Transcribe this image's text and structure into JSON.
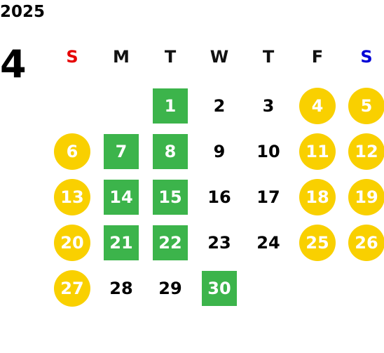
{
  "calendar": {
    "year": "2025",
    "month": "4",
    "weekdays": [
      {
        "label": "S",
        "color": "#e60000"
      },
      {
        "label": "M",
        "color": "#111111"
      },
      {
        "label": "T",
        "color": "#111111"
      },
      {
        "label": "W",
        "color": "#111111"
      },
      {
        "label": "T",
        "color": "#111111"
      },
      {
        "label": "F",
        "color": "#111111"
      },
      {
        "label": "S",
        "color": "#0000d6"
      }
    ],
    "colors": {
      "weekend_fill": "#f9d000",
      "highlight_fill": "#3cb44b",
      "highlight_text": "#ffffff",
      "normal_text": "#000000"
    },
    "days": [
      {
        "day": "1",
        "style": "green"
      },
      {
        "day": "2",
        "style": "plain"
      },
      {
        "day": "3",
        "style": "plain"
      },
      {
        "day": "4",
        "style": "weekend"
      },
      {
        "day": "5",
        "style": "weekend"
      },
      {
        "day": "6",
        "style": "weekend"
      },
      {
        "day": "7",
        "style": "green"
      },
      {
        "day": "8",
        "style": "green"
      },
      {
        "day": "9",
        "style": "plain"
      },
      {
        "day": "10",
        "style": "plain"
      },
      {
        "day": "11",
        "style": "weekend"
      },
      {
        "day": "12",
        "style": "weekend"
      },
      {
        "day": "13",
        "style": "weekend"
      },
      {
        "day": "14",
        "style": "green"
      },
      {
        "day": "15",
        "style": "green"
      },
      {
        "day": "16",
        "style": "plain"
      },
      {
        "day": "17",
        "style": "plain"
      },
      {
        "day": "18",
        "style": "weekend"
      },
      {
        "day": "19",
        "style": "weekend"
      },
      {
        "day": "20",
        "style": "weekend"
      },
      {
        "day": "21",
        "style": "green"
      },
      {
        "day": "22",
        "style": "green"
      },
      {
        "day": "23",
        "style": "plain"
      },
      {
        "day": "24",
        "style": "plain"
      },
      {
        "day": "25",
        "style": "weekend"
      },
      {
        "day": "26",
        "style": "weekend"
      },
      {
        "day": "27",
        "style": "weekend"
      },
      {
        "day": "28",
        "style": "plain"
      },
      {
        "day": "29",
        "style": "plain"
      },
      {
        "day": "30",
        "style": "green"
      }
    ]
  }
}
